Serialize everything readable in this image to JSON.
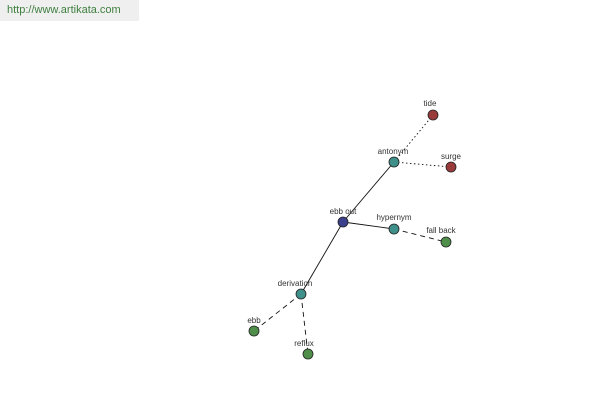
{
  "banner": {
    "url_text": "http://www.artikata.com"
  },
  "colors": {
    "center": "#3b3f8c",
    "relation": "#3f8f8a",
    "antonym_term": "#9a3b3b",
    "related_term": "#4f8f4a"
  },
  "graph": {
    "nodes": [
      {
        "id": "center",
        "label": "ebb out",
        "kind": "center"
      },
      {
        "id": "antonym",
        "label": "antonym",
        "kind": "relation"
      },
      {
        "id": "hypernym",
        "label": "hypernym",
        "kind": "relation"
      },
      {
        "id": "derivation",
        "label": "derivation",
        "kind": "relation"
      },
      {
        "id": "tide",
        "label": "tide",
        "kind": "antonym_term"
      },
      {
        "id": "surge",
        "label": "surge",
        "kind": "antonym_term"
      },
      {
        "id": "fall_back",
        "label": "fall back",
        "kind": "related_term"
      },
      {
        "id": "ebb",
        "label": "ebb",
        "kind": "related_term"
      },
      {
        "id": "reflux",
        "label": "reflux",
        "kind": "related_term"
      }
    ],
    "edges": [
      {
        "from": "center",
        "to": "antonym",
        "style": "solid"
      },
      {
        "from": "center",
        "to": "hypernym",
        "style": "solid"
      },
      {
        "from": "center",
        "to": "derivation",
        "style": "solid"
      },
      {
        "from": "antonym",
        "to": "tide",
        "style": "dotted"
      },
      {
        "from": "antonym",
        "to": "surge",
        "style": "dotted"
      },
      {
        "from": "hypernym",
        "to": "fall_back",
        "style": "dashed"
      },
      {
        "from": "derivation",
        "to": "ebb",
        "style": "dashed"
      },
      {
        "from": "derivation",
        "to": "reflux",
        "style": "dashed"
      }
    ]
  }
}
